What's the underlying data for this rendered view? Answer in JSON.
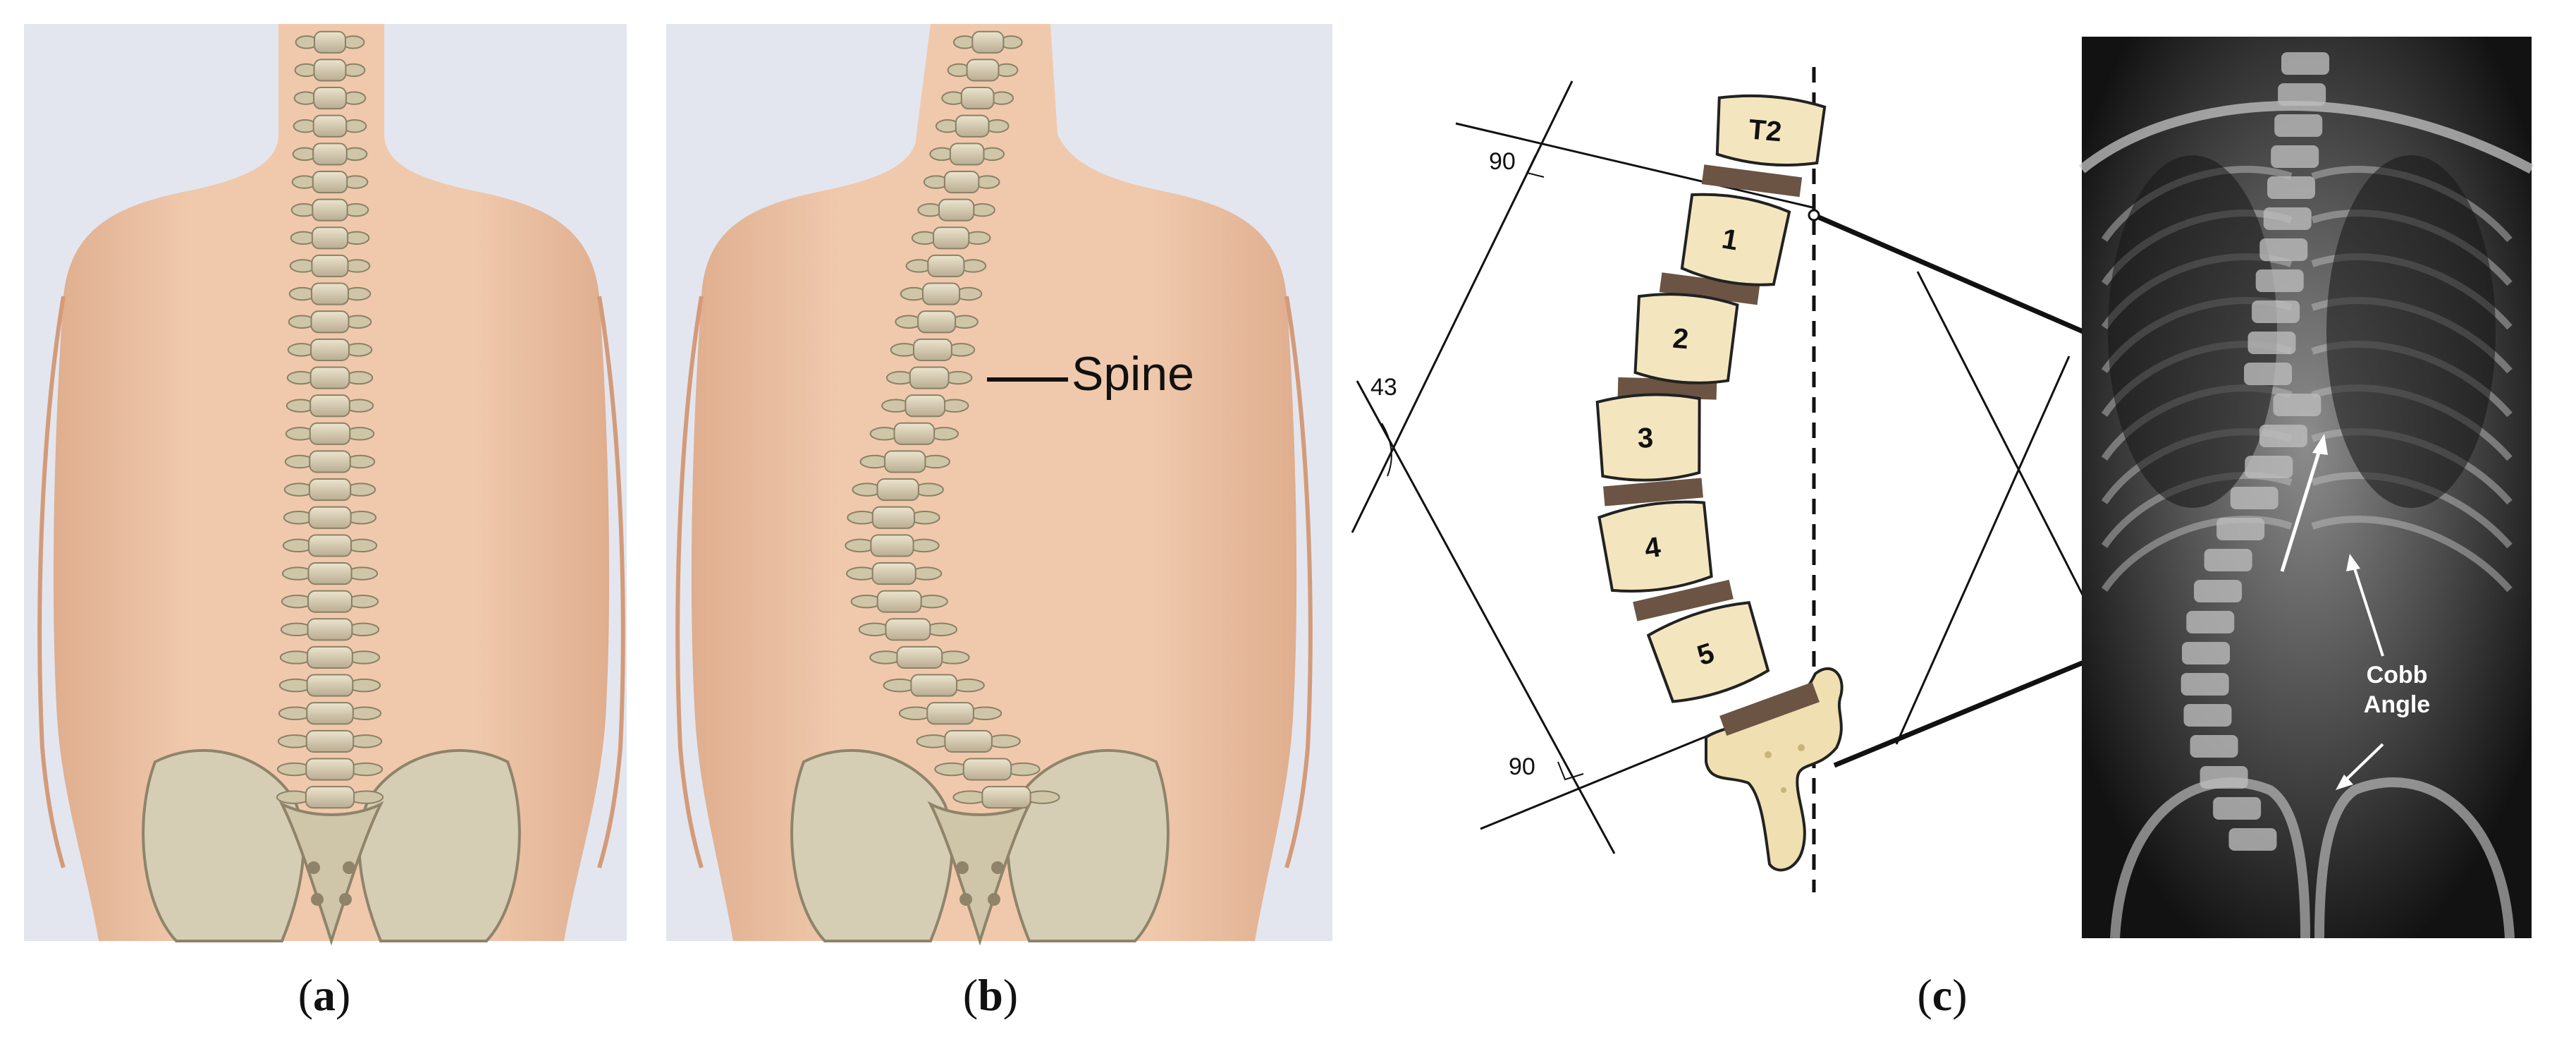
{
  "panels": {
    "a": {
      "label_open": "(",
      "label_letter": "a",
      "label_close": ")"
    },
    "b": {
      "label_open": "(",
      "label_letter": "b",
      "label_close": ")",
      "spine_label": "Spine"
    },
    "c": {
      "label_open": "(",
      "label_letter": "c",
      "label_close": ")",
      "angle_top": "90",
      "angle_bottom": "90",
      "angle_cobb": "43",
      "vertebrae": [
        "T2",
        "1",
        "2",
        "3",
        "4",
        "5"
      ],
      "xray_label_line1": "Cobb",
      "xray_label_line2": "Angle"
    }
  },
  "colors": {
    "background_panel": "#e3e6ef",
    "skin": "#edc4a6",
    "skin_shadow": "#d9a98a",
    "bone": "#d8d0b8",
    "bone_dark": "#a89c80",
    "vertebra_fill": "#f3e6bf",
    "disc": "#6b5443",
    "xray_bg": "#1b1b1b"
  }
}
